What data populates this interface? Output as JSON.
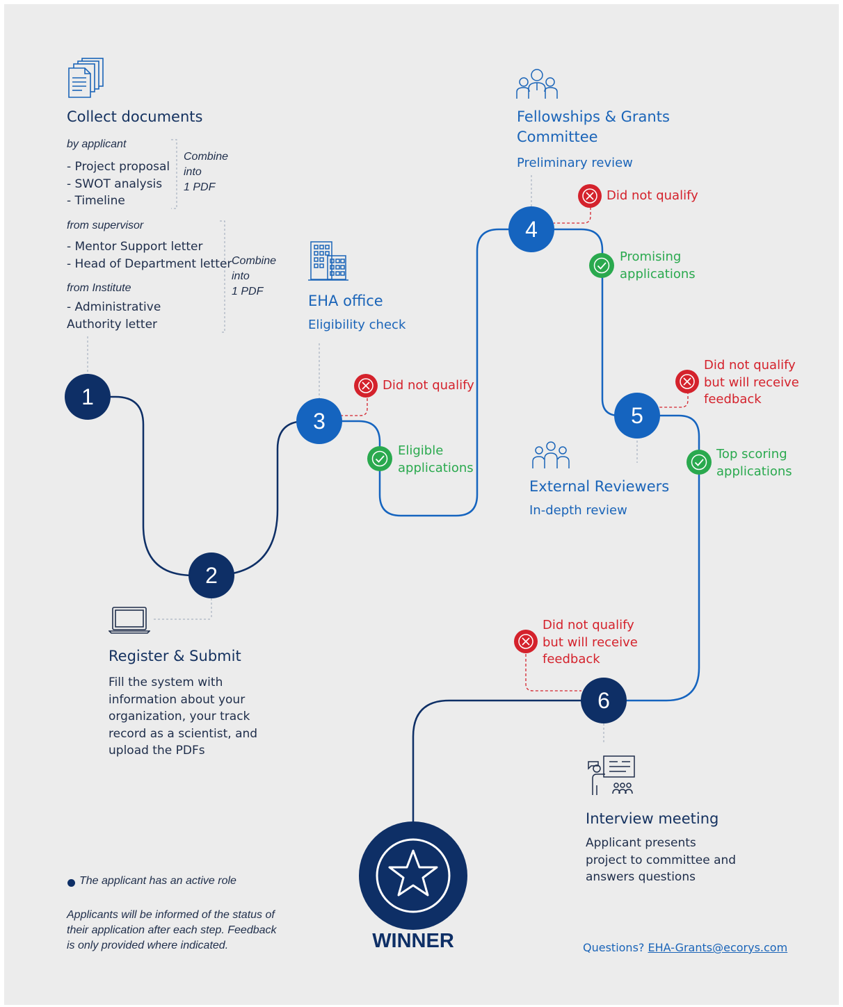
{
  "collect": {
    "title": "Collect documents",
    "by_applicant": "by applicant",
    "applicant_items": "- Project proposal\n- SWOT analysis\n- Timeline",
    "combine_1": "Combine\ninto\n1 PDF",
    "from_supervisor": "from supervisor",
    "supervisor_items": "- Mentor Support letter\n- Head of Department letter",
    "from_institute": "from Institute",
    "institute_items": "- Administrative\n  Authority letter",
    "combine_2": "Combine\ninto\n1 PDF"
  },
  "steps": {
    "s1": "1",
    "s2": "2",
    "s3": "3",
    "s4": "4",
    "s5": "5",
    "s6": "6"
  },
  "register": {
    "title": "Register & Submit",
    "desc": "Fill the system with\ninformation about your\norganization, your track\nrecord as a scientist, and\nupload the PDFs"
  },
  "eha": {
    "title": "EHA office",
    "subtitle": "Eligibility check",
    "fail": "Did not qualify",
    "pass": "Eligible\napplications"
  },
  "committee": {
    "title": "Fellowships & Grants\nCommittee",
    "subtitle": "Preliminary review",
    "fail": "Did not qualify",
    "pass": "Promising\napplications"
  },
  "reviewers": {
    "title": "External Reviewers",
    "subtitle": "In-depth review",
    "fail": "Did not qualify\nbut will receive\nfeedback",
    "pass": "Top scoring\napplications"
  },
  "interview": {
    "title": "Interview meeting",
    "desc": "Applicant presents\nproject to committee and\nanswers questions",
    "fail": "Did not qualify\nbut will receive\nfeedback"
  },
  "winner": "WINNER",
  "notes": {
    "active_role": "The applicant has an active role",
    "status": "Applicants will be informed of the status of\ntheir application after each step. Feedback\nis only provided where indicated."
  },
  "contact": {
    "label": "Questions?",
    "email": "EHA-Grants@ecorys.com"
  },
  "colors": {
    "navy": "#0e2f66",
    "blue": "#1564bf",
    "red": "#d4222c",
    "green": "#2aa94e",
    "background": "#ececec"
  }
}
